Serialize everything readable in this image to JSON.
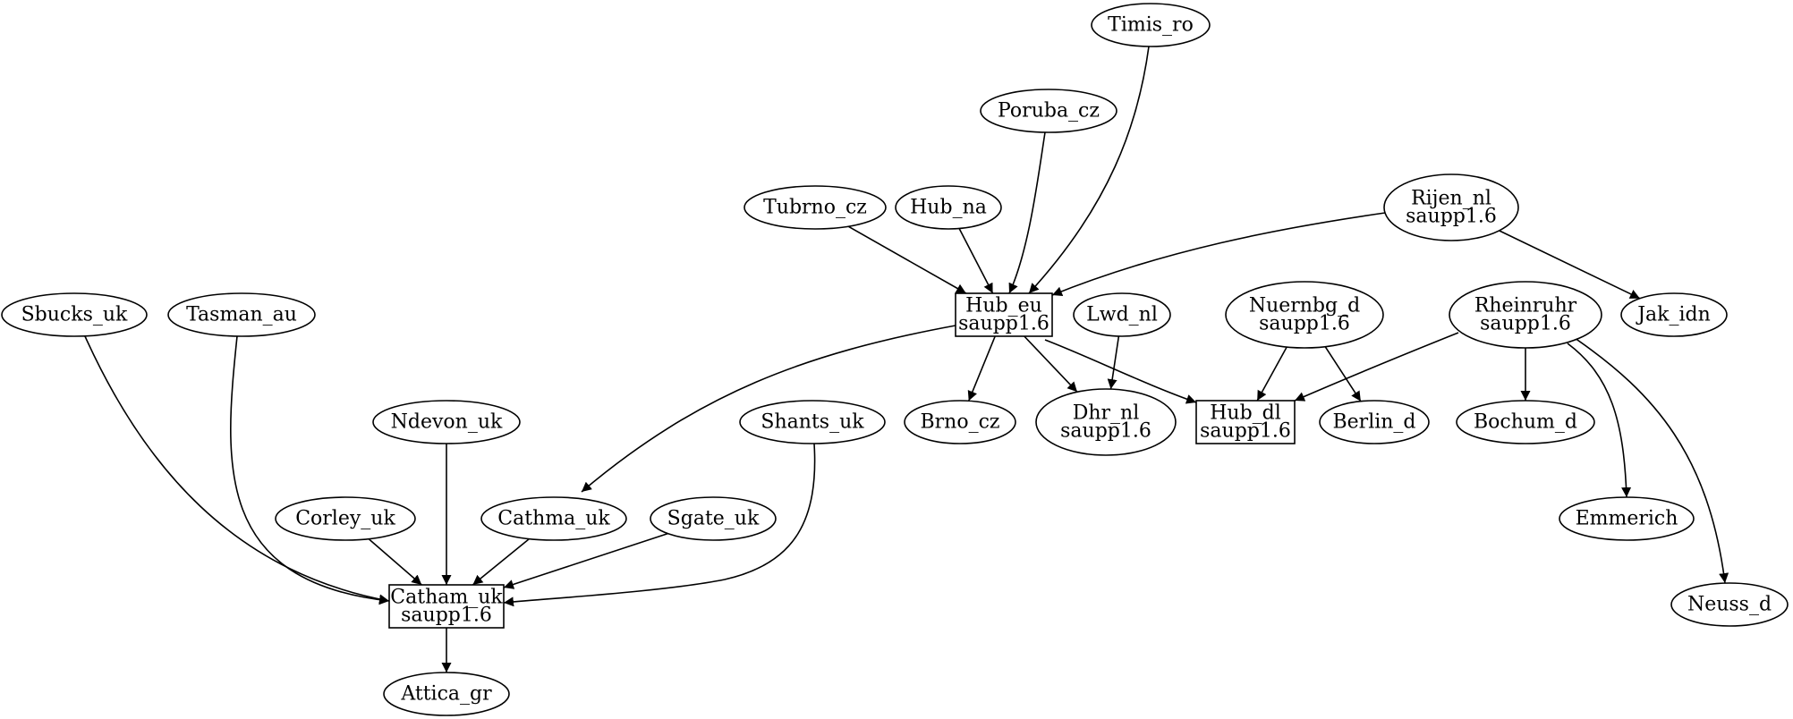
{
  "nodes": [
    {
      "id": "timis_ro",
      "shape": "ellipse",
      "lines": [
        "Timis_ro"
      ]
    },
    {
      "id": "poruba_cz",
      "shape": "ellipse",
      "lines": [
        "Poruba_cz"
      ]
    },
    {
      "id": "tubrno_cz",
      "shape": "ellipse",
      "lines": [
        "Tubrno_cz"
      ]
    },
    {
      "id": "hub_na",
      "shape": "ellipse",
      "lines": [
        "Hub_na"
      ]
    },
    {
      "id": "rijen_nl",
      "shape": "ellipse",
      "lines": [
        "Rijen_nl",
        "saupp1.6"
      ]
    },
    {
      "id": "hub_eu",
      "shape": "box",
      "lines": [
        "Hub_eu",
        "saupp1.6"
      ]
    },
    {
      "id": "lwd_nl",
      "shape": "ellipse",
      "lines": [
        "Lwd_nl"
      ]
    },
    {
      "id": "nuernbg_d",
      "shape": "ellipse",
      "lines": [
        "Nuernbg_d",
        "saupp1.6"
      ]
    },
    {
      "id": "rheinruhr",
      "shape": "ellipse",
      "lines": [
        "Rheinruhr",
        "saupp1.6"
      ]
    },
    {
      "id": "jak_idn",
      "shape": "ellipse",
      "lines": [
        "Jak_idn"
      ]
    },
    {
      "id": "sbucks_uk",
      "shape": "ellipse",
      "lines": [
        "Sbucks_uk"
      ]
    },
    {
      "id": "tasman_au",
      "shape": "ellipse",
      "lines": [
        "Tasman_au"
      ]
    },
    {
      "id": "ndevon_uk",
      "shape": "ellipse",
      "lines": [
        "Ndevon_uk"
      ]
    },
    {
      "id": "shants_uk",
      "shape": "ellipse",
      "lines": [
        "Shants_uk"
      ]
    },
    {
      "id": "brno_cz",
      "shape": "ellipse",
      "lines": [
        "Brno_cz"
      ]
    },
    {
      "id": "dhr_nl",
      "shape": "ellipse",
      "lines": [
        "Dhr_nl",
        "saupp1.6"
      ]
    },
    {
      "id": "hub_dl",
      "shape": "box",
      "lines": [
        "Hub_dl",
        "saupp1.6"
      ]
    },
    {
      "id": "berlin_d",
      "shape": "ellipse",
      "lines": [
        "Berlin_d"
      ]
    },
    {
      "id": "bochum_d",
      "shape": "ellipse",
      "lines": [
        "Bochum_d"
      ]
    },
    {
      "id": "corley_uk",
      "shape": "ellipse",
      "lines": [
        "Corley_uk"
      ]
    },
    {
      "id": "cathma_uk",
      "shape": "ellipse",
      "lines": [
        "Cathma_uk"
      ]
    },
    {
      "id": "sgate_uk",
      "shape": "ellipse",
      "lines": [
        "Sgate_uk"
      ]
    },
    {
      "id": "emmerich",
      "shape": "ellipse",
      "lines": [
        "Emmerich"
      ]
    },
    {
      "id": "catham_uk",
      "shape": "box",
      "lines": [
        "Catham_uk",
        "saupp1.6"
      ]
    },
    {
      "id": "neuss_d",
      "shape": "ellipse",
      "lines": [
        "Neuss_d"
      ]
    },
    {
      "id": "attica_gr",
      "shape": "ellipse",
      "lines": [
        "Attica_gr"
      ]
    }
  ],
  "edges": [
    {
      "from": "timis_ro",
      "to": "hub_eu"
    },
    {
      "from": "poruba_cz",
      "to": "hub_eu"
    },
    {
      "from": "tubrno_cz",
      "to": "hub_eu"
    },
    {
      "from": "hub_na",
      "to": "hub_eu"
    },
    {
      "from": "rijen_nl",
      "to": "hub_eu"
    },
    {
      "from": "rijen_nl",
      "to": "jak_idn"
    },
    {
      "from": "hub_eu",
      "to": "brno_cz"
    },
    {
      "from": "hub_eu",
      "to": "dhr_nl"
    },
    {
      "from": "hub_eu",
      "to": "hub_dl"
    },
    {
      "from": "hub_eu",
      "to": "cathma_uk"
    },
    {
      "from": "lwd_nl",
      "to": "dhr_nl"
    },
    {
      "from": "nuernbg_d",
      "to": "hub_dl"
    },
    {
      "from": "nuernbg_d",
      "to": "berlin_d"
    },
    {
      "from": "rheinruhr",
      "to": "hub_dl"
    },
    {
      "from": "rheinruhr",
      "to": "bochum_d"
    },
    {
      "from": "rheinruhr",
      "to": "emmerich"
    },
    {
      "from": "rheinruhr",
      "to": "neuss_d"
    },
    {
      "from": "sbucks_uk",
      "to": "catham_uk"
    },
    {
      "from": "tasman_au",
      "to": "catham_uk"
    },
    {
      "from": "ndevon_uk",
      "to": "catham_uk"
    },
    {
      "from": "corley_uk",
      "to": "catham_uk"
    },
    {
      "from": "cathma_uk",
      "to": "catham_uk"
    },
    {
      "from": "sgate_uk",
      "to": "catham_uk"
    },
    {
      "from": "shants_uk",
      "to": "catham_uk"
    },
    {
      "from": "catham_uk",
      "to": "attica_gr"
    }
  ]
}
